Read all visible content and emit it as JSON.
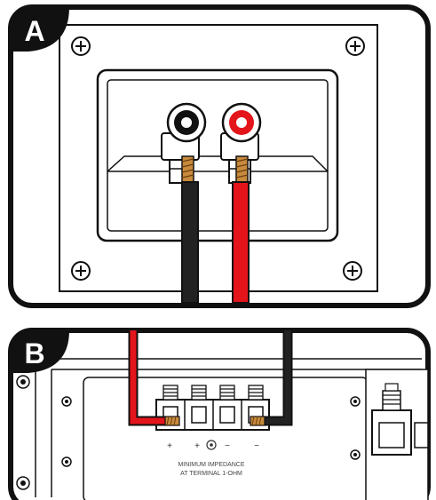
{
  "panels": [
    {
      "badge": "A"
    },
    {
      "badge": "B"
    }
  ],
  "terminal_labels": [
    "+",
    "+",
    "−",
    "−"
  ],
  "impedance_note": {
    "line1": "MINIMUM IMPEDANCE",
    "line2": "AT TERMINAL 1-OHM"
  },
  "colors": {
    "positive_wire": "#e4141b",
    "negative_wire": "#222222",
    "copper": "#c88a3c",
    "outline": "#111111"
  },
  "icons": [
    "phillips-screw-icon",
    "binding-post-icon",
    "speaker-terminal-cup-icon",
    "amplifier-terminal-block-icon"
  ]
}
